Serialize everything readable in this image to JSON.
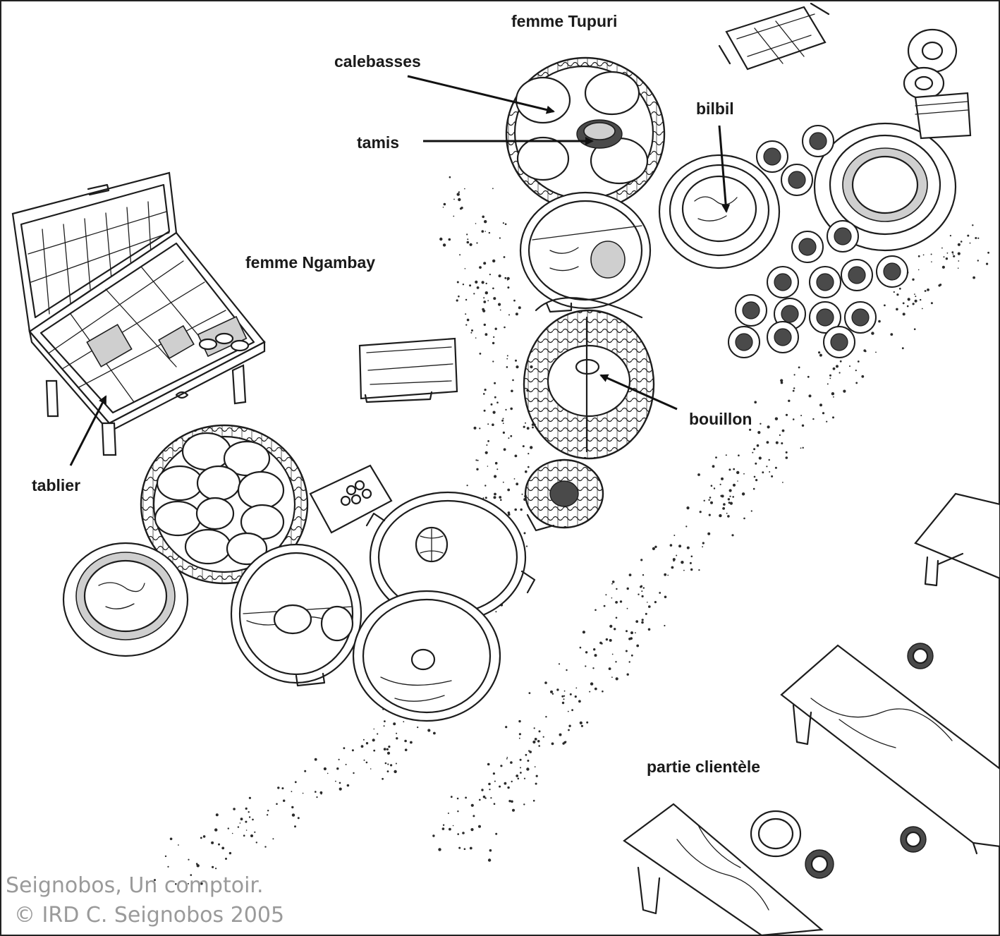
{
  "labels": {
    "femme_tupuri": "femme Tupuri",
    "calebasses": "calebasses",
    "tamis": "tamis",
    "bilbil": "bilbil",
    "femme_ngambay": "femme Ngambay",
    "bouillon": "bouillon",
    "tablier": "tablier",
    "partie_clientele": "partie clientèle"
  },
  "credit": {
    "line1": "Seignobos, Un comptoir.",
    "line2": "© IRD C. Seignobos 2005"
  }
}
